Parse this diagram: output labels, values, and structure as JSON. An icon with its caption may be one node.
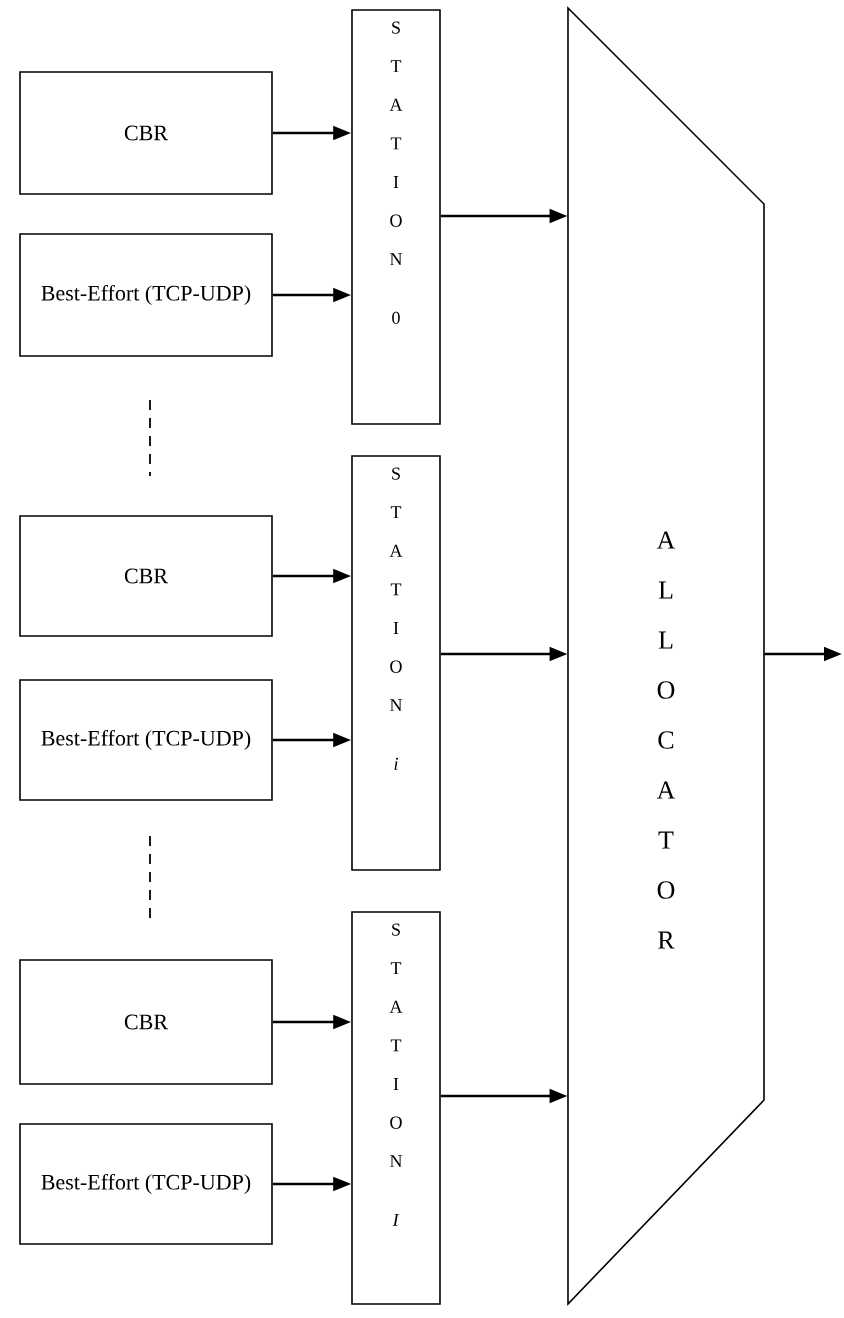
{
  "diagram": {
    "nodes": [
      {
        "text": [
          "CBR"
        ]
      },
      {
        "text": [
          "Best-Effort (TCP-UDP)"
        ]
      },
      {
        "text": [
          "S T A T I O N",
          "0"
        ]
      },
      {
        "text": [
          "CBR"
        ]
      },
      {
        "text": [
          "Best-Effort (TCP-UDP)"
        ]
      },
      {
        "text": [
          "S T A T I O N",
          "*i*"
        ]
      },
      {
        "text": [
          "CBR"
        ]
      },
      {
        "text": [
          "Best-Effort (TCP-UDP)"
        ]
      },
      {
        "text": [
          "S T A T I O N",
          "*I*"
        ]
      },
      {
        "text": [
          "A L L O C A T O R"
        ]
      }
    ],
    "edges": [
      {
        "from": 0,
        "to": 2,
        "arrow": "to"
      },
      {
        "from": 1,
        "to": 2,
        "arrow": "to"
      },
      {
        "from": 3,
        "to": 5,
        "arrow": "to"
      },
      {
        "from": 4,
        "to": 5,
        "arrow": "to"
      },
      {
        "from": 6,
        "to": 8,
        "arrow": "to"
      },
      {
        "from": 7,
        "to": 8,
        "arrow": "to"
      },
      {
        "from": 2,
        "to": 9,
        "arrow": "to"
      },
      {
        "from": 5,
        "to": 9,
        "arrow": "to"
      },
      {
        "from": 8,
        "to": 9,
        "arrow": "to"
      },
      {
        "from": 9,
        "to": null,
        "arrow": "to"
      }
    ]
  }
}
